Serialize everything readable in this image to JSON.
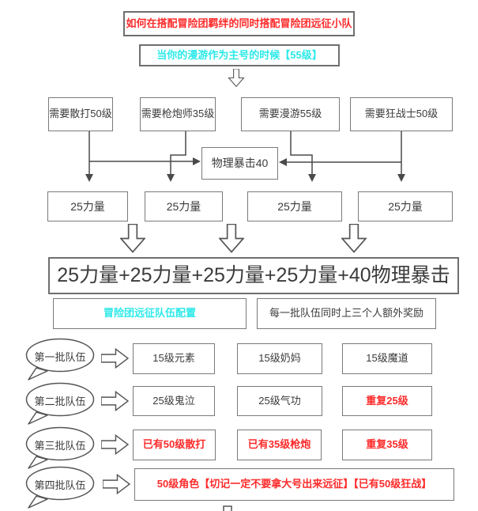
{
  "colors": {
    "red": "#fd2b2b",
    "cyan": "#2de9e9",
    "border_gray": "#7a7a7a",
    "line_dark": "#4a4a4a",
    "text_dark": "#3b3b3b"
  },
  "icons": {
    "down_arrow": "hollow-down-arrow",
    "right_arrow": "hollow-right-arrow",
    "speech_bubble": "speech-bubble"
  },
  "header": {
    "title": "如何在搭配冒险团羁绊的同时搭配冒险团远征小队",
    "subtitle": "当你的漫游作为主号的时候【55级】"
  },
  "requirements": [
    {
      "text": "需要散打50级"
    },
    {
      "text": "需要枪炮师35级"
    },
    {
      "text": "需要漫游55级"
    },
    {
      "text": "需要狂战士50级"
    }
  ],
  "crit_box": "物理暴击40",
  "strength_boxes": [
    "25力量",
    "25力量",
    "25力量",
    "25力量"
  ],
  "sum_box": "25力量+25力量+25力量+25力量+40物理暴击",
  "info": {
    "left": "冒险团远征队伍配置",
    "right": "每一批队伍同时上三个人额外奖励"
  },
  "teams": [
    {
      "label": "第一批队伍",
      "boxes": [
        {
          "text": "15级元素"
        },
        {
          "text": "15级奶妈"
        },
        {
          "text": "15级魔道"
        }
      ]
    },
    {
      "label": "第二批队伍",
      "boxes": [
        {
          "text": "25级鬼泣"
        },
        {
          "text": "25级气功"
        },
        {
          "text": "重复25级"
        }
      ]
    },
    {
      "label": "第三批队伍",
      "boxes": [
        {
          "text": "已有50级散打"
        },
        {
          "text": "已有35级枪炮"
        },
        {
          "text": "重复35级"
        }
      ]
    },
    {
      "label": "第四批队伍",
      "boxes": [
        {
          "text": "50级角色【切记一定不要拿大号出来远征】【已有50级狂战】"
        }
      ]
    }
  ]
}
